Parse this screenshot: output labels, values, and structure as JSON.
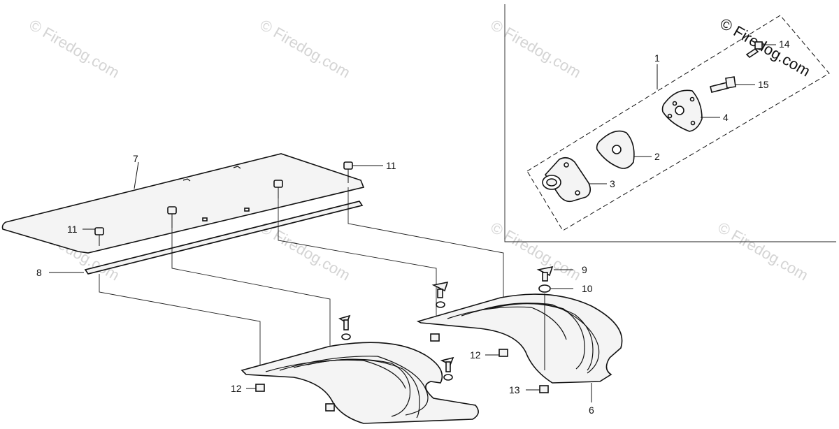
{
  "watermark": {
    "text": "© Firedog.com"
  },
  "callouts": {
    "c1": "1",
    "c2": "2",
    "c3": "3",
    "c4": "4",
    "c5": "15",
    "c6": "6",
    "c7": "7",
    "c8": "8",
    "c9": "9",
    "c10": "10",
    "c11a": "11",
    "c11b": "11",
    "c12a": "12",
    "c12b": "12",
    "c13": "13",
    "c14": "14"
  },
  "colors": {
    "line": "#111111",
    "watermark": "#d4d4d4",
    "part_fill": "#f4f4f4"
  }
}
